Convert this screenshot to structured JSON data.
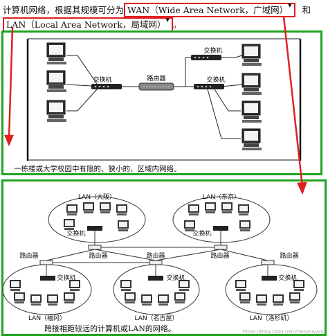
{
  "header": {
    "line1_prefix": "计算机网络，根据其规模可分为",
    "wan": "WAN（Wide Area Network，广域网）",
    "line1_suffix": "和",
    "lan": "LAN（Local Area Network，局域网）",
    "line2_suffix": "。"
  },
  "lan_figure": {
    "switch_label": "交换机",
    "router_label": "路由器",
    "caption": "一栋楼或大学校园中有限的、狭小的、区域内网络。"
  },
  "wan_figure": {
    "lan_labels": [
      "LAN（大阪）",
      "LAN（东京）",
      "LAN（福冈）",
      "LAN（名古屋）",
      "LAN（洛杉矶）"
    ],
    "switch_label": "交换机",
    "router_label": "路由器",
    "caption": "跨接相距较远的计算机或LAN的网络。"
  },
  "watermark": "https://blog.csdn.net/zhenwuyang",
  "colors": {
    "annotation_red": "#e02020",
    "frame_green": "#1fa31f"
  }
}
